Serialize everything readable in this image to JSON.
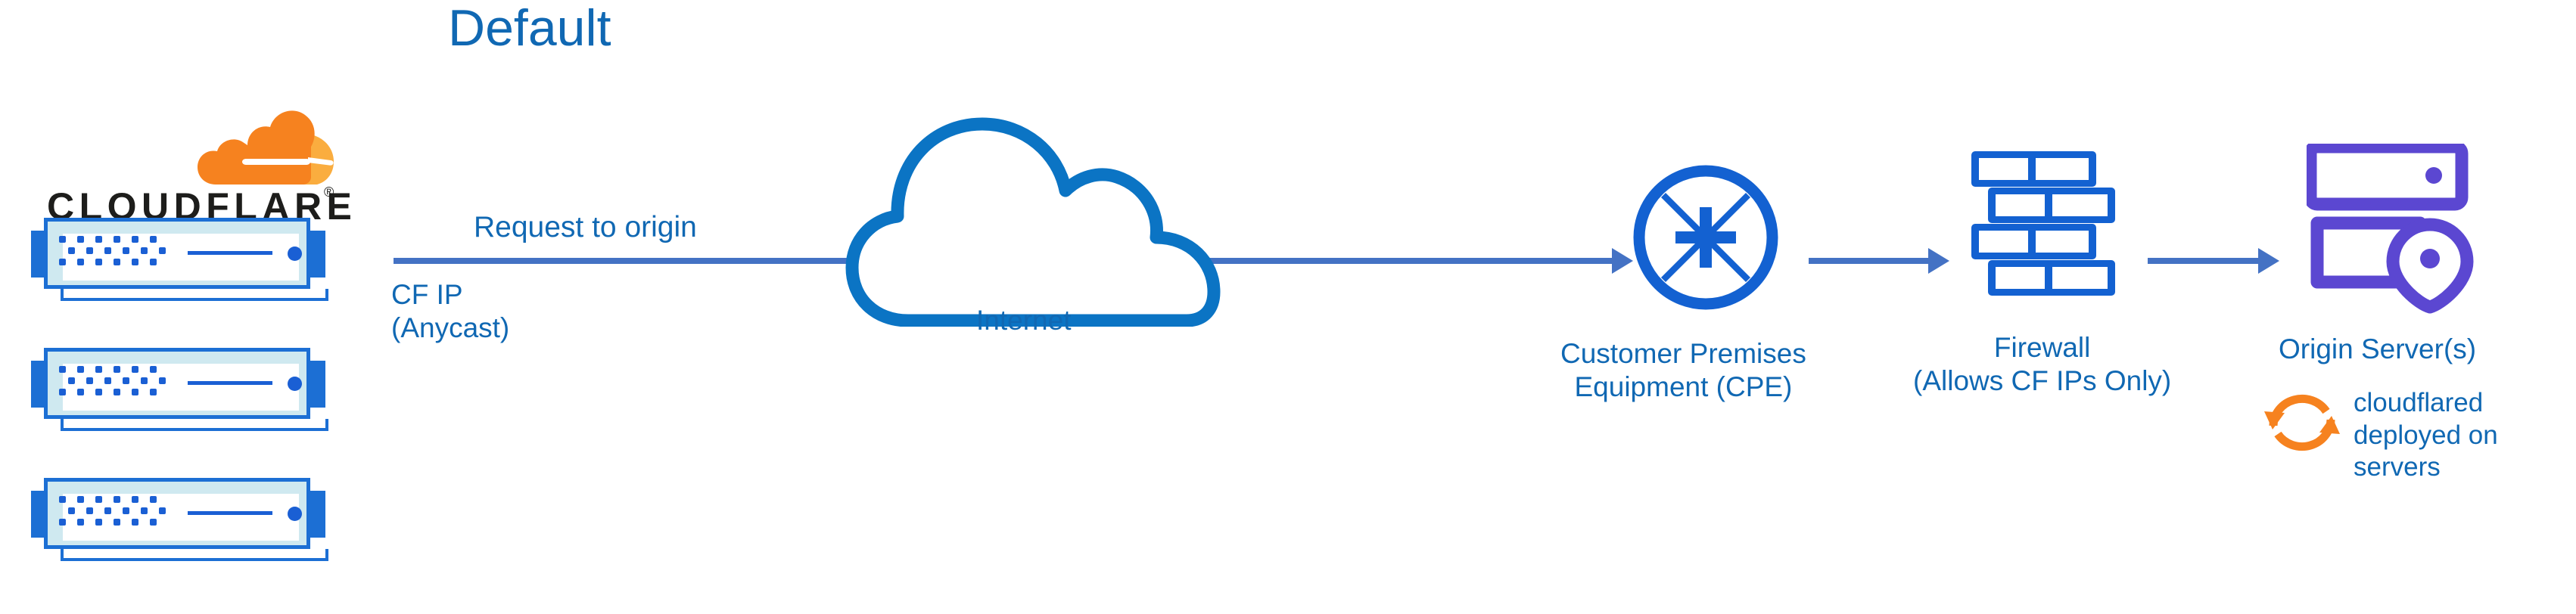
{
  "title": "Default",
  "colors": {
    "heading_blue": "#1068b3",
    "arrow_blue": "#4472c4",
    "icon_blue": "#1361d1",
    "cloud_blue": "#0b74c4",
    "origin_purple": "#5b47d1",
    "cloudflare_orange": "#f6821f",
    "cloudflare_orange_light": "#faad3f",
    "wordmark_black": "#1d1d1b"
  },
  "brand": {
    "wordmark": "CLOUDFLARE",
    "registered_mark": "®",
    "mark_icon": "cloudflare-cloud-icon"
  },
  "nodes": {
    "edge_servers": {
      "icon": "server-rack-icon",
      "count": 3
    },
    "internet": {
      "label": "Internet",
      "icon": "cloud-outline-icon"
    },
    "cpe": {
      "label": "Customer Premises\nEquipment (CPE)",
      "icon": "router-four-arrows-icon"
    },
    "firewall": {
      "label": "Firewall\n(Allows CF IPs Only)",
      "icon": "brick-wall-icon"
    },
    "origin": {
      "label": "Origin Server(s)",
      "icon": "server-location-pin-icon"
    },
    "cloudflared": {
      "label": "cloudflared\ndeployed on\nservers",
      "icon": "sync-arrows-icon"
    }
  },
  "annotations": {
    "request_to_origin": "Request to origin",
    "cf_ip": "CF IP\n(Anycast)"
  },
  "flow": {
    "steps": [
      "edge_servers",
      "internet",
      "cpe",
      "firewall",
      "origin"
    ],
    "arrow_count": 4
  }
}
